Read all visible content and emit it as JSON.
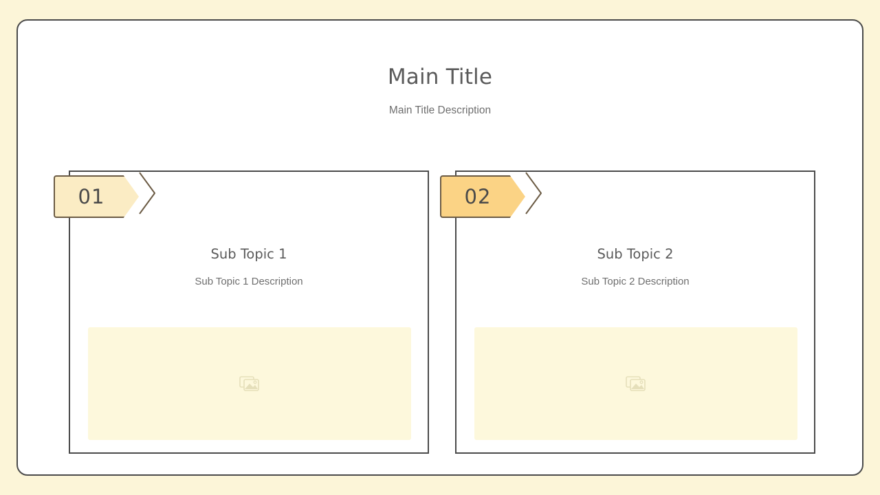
{
  "page": {
    "background_color": "#fcf5d8",
    "panel_background": "#ffffff",
    "border_color": "#4a4a4a"
  },
  "header": {
    "title": "Main Title",
    "description": "Main Title Description"
  },
  "cards": [
    {
      "badge_number": "01",
      "badge_color": "#fbecc4",
      "title": "Sub Topic 1",
      "description": "Sub Topic 1 Description",
      "placeholder_icon": "image-placeholder-icon",
      "placeholder_color": "#fdf8dc"
    },
    {
      "badge_number": "02",
      "badge_color": "#fbd385",
      "title": "Sub Topic 2",
      "description": "Sub Topic 2 Description",
      "placeholder_icon": "image-placeholder-icon",
      "placeholder_color": "#fdf8dc"
    }
  ]
}
